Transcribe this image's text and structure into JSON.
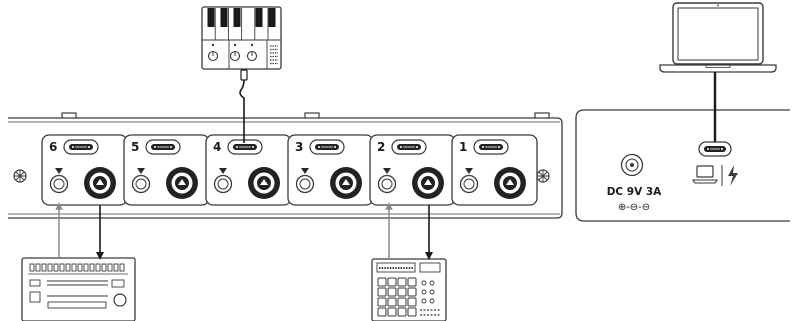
{
  "ports": [
    {
      "number": "6"
    },
    {
      "number": "5"
    },
    {
      "number": "4"
    },
    {
      "number": "3"
    },
    {
      "number": "2"
    },
    {
      "number": "1"
    }
  ],
  "power": {
    "label": "DC 9V 3A",
    "polarity_symbol": "⊕-⊖-⊖"
  },
  "icons": {
    "usb_host": "laptop-icon",
    "charging": "lightning-bolt-icon",
    "screws": "screw-icon",
    "keyboard": "keyboard-synth-icon",
    "drum_machine": "drum-machine-icon",
    "sampler": "pad-sampler-icon",
    "computer": "laptop-computer-icon"
  },
  "colors": {
    "stroke": "#3a3a3a",
    "arrow_light": "#8a8a8a",
    "arrow_dark": "#1a1a1a",
    "jack_dark": "#222222",
    "background": "#ffffff"
  }
}
